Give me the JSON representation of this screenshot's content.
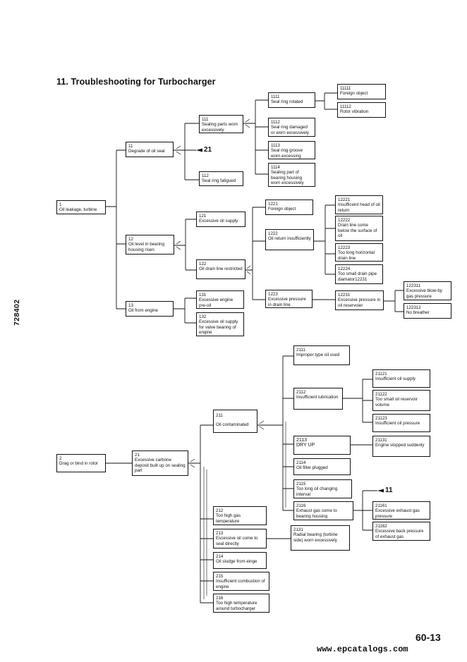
{
  "title": "11. Troubleshooting for Turbocharger",
  "side_number": "728402",
  "page_number": "60-13",
  "site_url": "www.epcatalogs.com",
  "nodes": [
    {
      "id": "n1",
      "code": "1",
      "text": "Oil leakage, turbine"
    },
    {
      "id": "n11",
      "code": "11",
      "text": "Degrade of oil seal"
    },
    {
      "id": "n111",
      "code": "111",
      "text": "Sealing parts worn excessively"
    },
    {
      "id": "n1111",
      "code": "1111",
      "text": "Seal ring rotated"
    },
    {
      "id": "n11111",
      "code": "11111",
      "text": "Foreign object"
    },
    {
      "id": "n11112",
      "code": "11112",
      "text": "Rotor vibration"
    },
    {
      "id": "n1112",
      "code": "1112",
      "text": "Seal ring damaged or worn excessively"
    },
    {
      "id": "n1113",
      "code": "1113",
      "text": "Seal ring groove worn excessing"
    },
    {
      "id": "n1114",
      "code": "1114",
      "text": "Sealing part of bearing housing worn excessively"
    },
    {
      "id": "n112",
      "code": "112",
      "text": "Seal ring fatigued"
    },
    {
      "id": "n12",
      "code": "12",
      "text": "Oil level in bearing housing risen"
    },
    {
      "id": "n121",
      "code": "121",
      "text": "Excessive oil supply"
    },
    {
      "id": "n122",
      "code": "122",
      "text": "Oil drain line restricted"
    },
    {
      "id": "n1221",
      "code": "1221",
      "text": "Foreign object"
    },
    {
      "id": "n1222",
      "code": "1222",
      "text": "Oil return insufficiently"
    },
    {
      "id": "n12221",
      "code": "12221",
      "text": "Insufficeint head of oil return"
    },
    {
      "id": "n12222",
      "code": "12222",
      "text": "Drain line come below the surface of oil"
    },
    {
      "id": "n12223",
      "code": "12223",
      "text": "Too long horizontal drain line"
    },
    {
      "id": "n12224",
      "code": "12224",
      "text": "Too small drain pipe diamator12231"
    },
    {
      "id": "n1223",
      "code": "1223",
      "text": "Excessive pressure in drain line"
    },
    {
      "id": "n12231",
      "code": "12231",
      "text": "Excessive pressure in oil reservoier"
    },
    {
      "id": "n122311",
      "code": "122311",
      "text": "Excessive blow-by gas pressure"
    },
    {
      "id": "n122312",
      "code": "122312",
      "text": "No breather"
    },
    {
      "id": "n13",
      "code": "13",
      "text": "Oil from engine"
    },
    {
      "id": "n131",
      "code": "131",
      "text": "Excessive engine pre-oil"
    },
    {
      "id": "n132",
      "code": "132",
      "text": "Excessive oil supply for valve bearing of engine"
    },
    {
      "id": "n2",
      "code": "2",
      "text": "Drag or bind in rotor"
    },
    {
      "id": "n21",
      "code": "21",
      "text": "Excessive carbone deposit built up on sealing part"
    },
    {
      "id": "n211",
      "code": "211",
      "text": "Oil contaminated"
    },
    {
      "id": "n2111",
      "code": "2111",
      "text": "Improper type oil used"
    },
    {
      "id": "n2112",
      "code": "2112",
      "text": "Insufficient lubrication"
    },
    {
      "id": "n21121",
      "code": "21121",
      "text": "Insufficient oil supply"
    },
    {
      "id": "n21122",
      "code": "21122",
      "text": "Too small oil reservoir volume"
    },
    {
      "id": "n21123",
      "code": "21123",
      "text": "Insufficient oil pressure"
    },
    {
      "id": "n2113",
      "code": "2113",
      "text": "DRY UP"
    },
    {
      "id": "n21131",
      "code": "21131",
      "text": "Engine stopped suddenly"
    },
    {
      "id": "n2114",
      "code": "2114",
      "text": "Oil filter plugged"
    },
    {
      "id": "n2115",
      "code": "2115",
      "text": "Too long oil changing interval"
    },
    {
      "id": "n2116",
      "code": "2116",
      "text": "Exhaust gas come to bearing housing"
    },
    {
      "id": "n21161",
      "code": "21161",
      "text": "Excessive exhaust gas pressure"
    },
    {
      "id": "n21162",
      "code": "21162",
      "text": "Excessive back pressure of exhaust gas"
    },
    {
      "id": "n212",
      "code": "212",
      "text": "Too high gas temperature"
    },
    {
      "id": "n213",
      "code": "213",
      "text": "Escessive oil come to seal directly"
    },
    {
      "id": "n2131",
      "code": "2131",
      "text": "Radial bearing (turbine side) worn excessively"
    },
    {
      "id": "n214",
      "code": "214",
      "text": "Oil sludge from einge"
    },
    {
      "id": "n215",
      "code": "215",
      "text": "Insufficient combustion of engine"
    },
    {
      "id": "n216",
      "code": "216",
      "text": "Too high temperature around turbocharger"
    }
  ],
  "notes": [
    {
      "id": "ref21",
      "text": "21"
    },
    {
      "id": "ref11",
      "text": "11"
    }
  ]
}
